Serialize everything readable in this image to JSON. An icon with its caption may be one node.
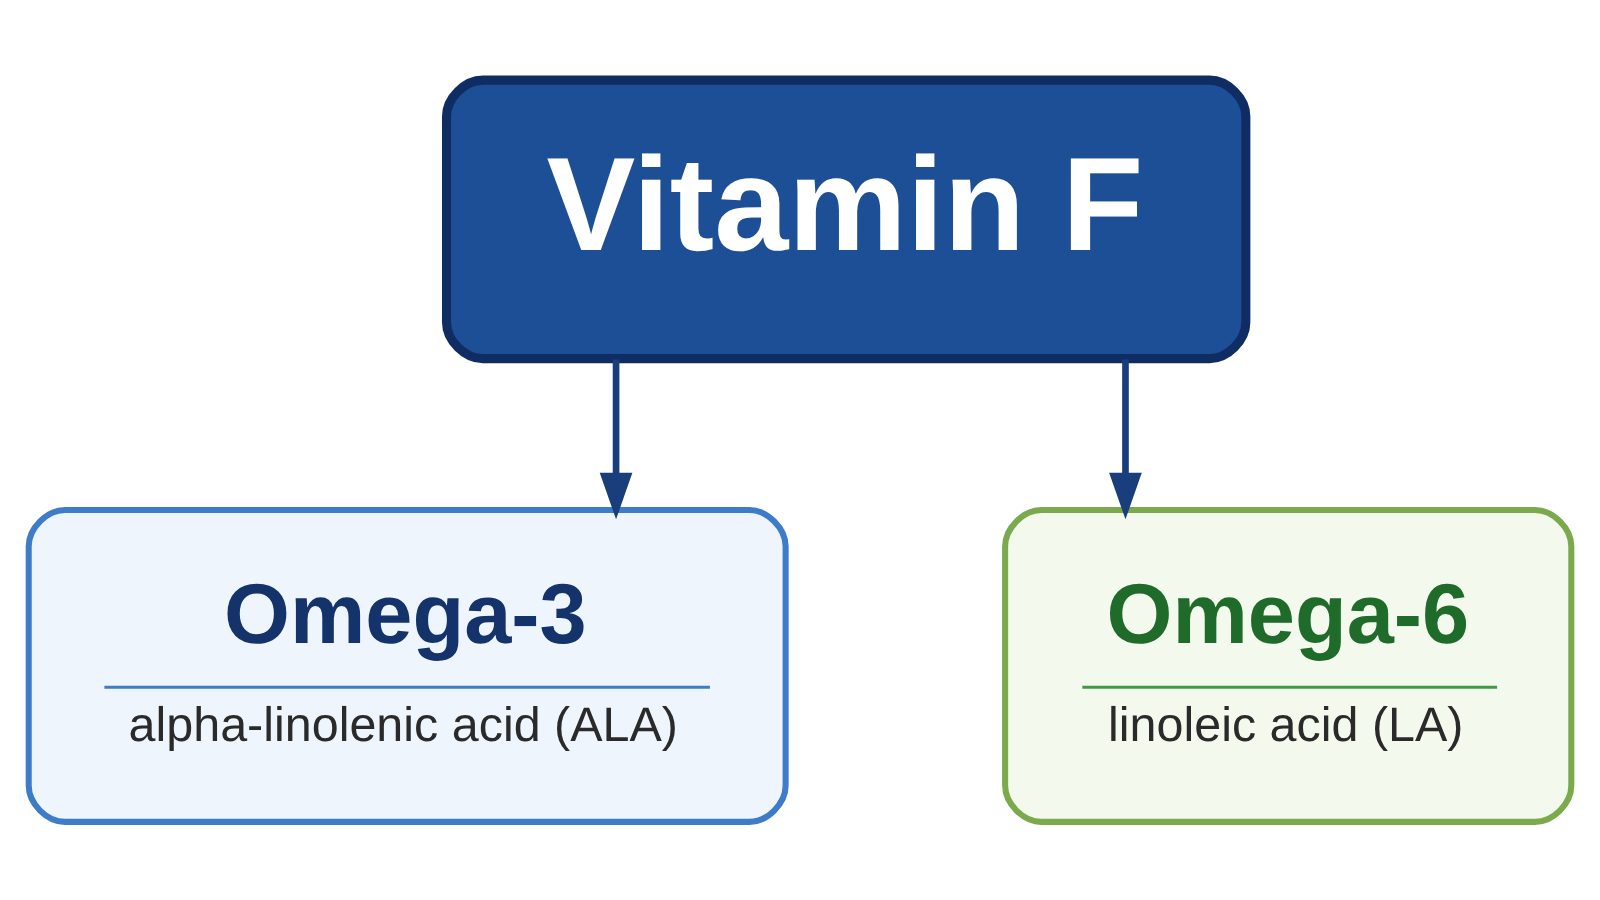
{
  "diagram": {
    "nodes": [
      {
        "text": [
          "Vitamin F"
        ]
      },
      {
        "text": [
          "Omega-3",
          "alpha-linolenic acid (ALA)"
        ]
      },
      {
        "text": [
          "Omega-6",
          "linoleic acid (LA)"
        ]
      }
    ],
    "edges": [
      {
        "from": 0,
        "to": 1,
        "arrow": "to"
      },
      {
        "from": 0,
        "to": 2,
        "arrow": "to"
      }
    ]
  }
}
